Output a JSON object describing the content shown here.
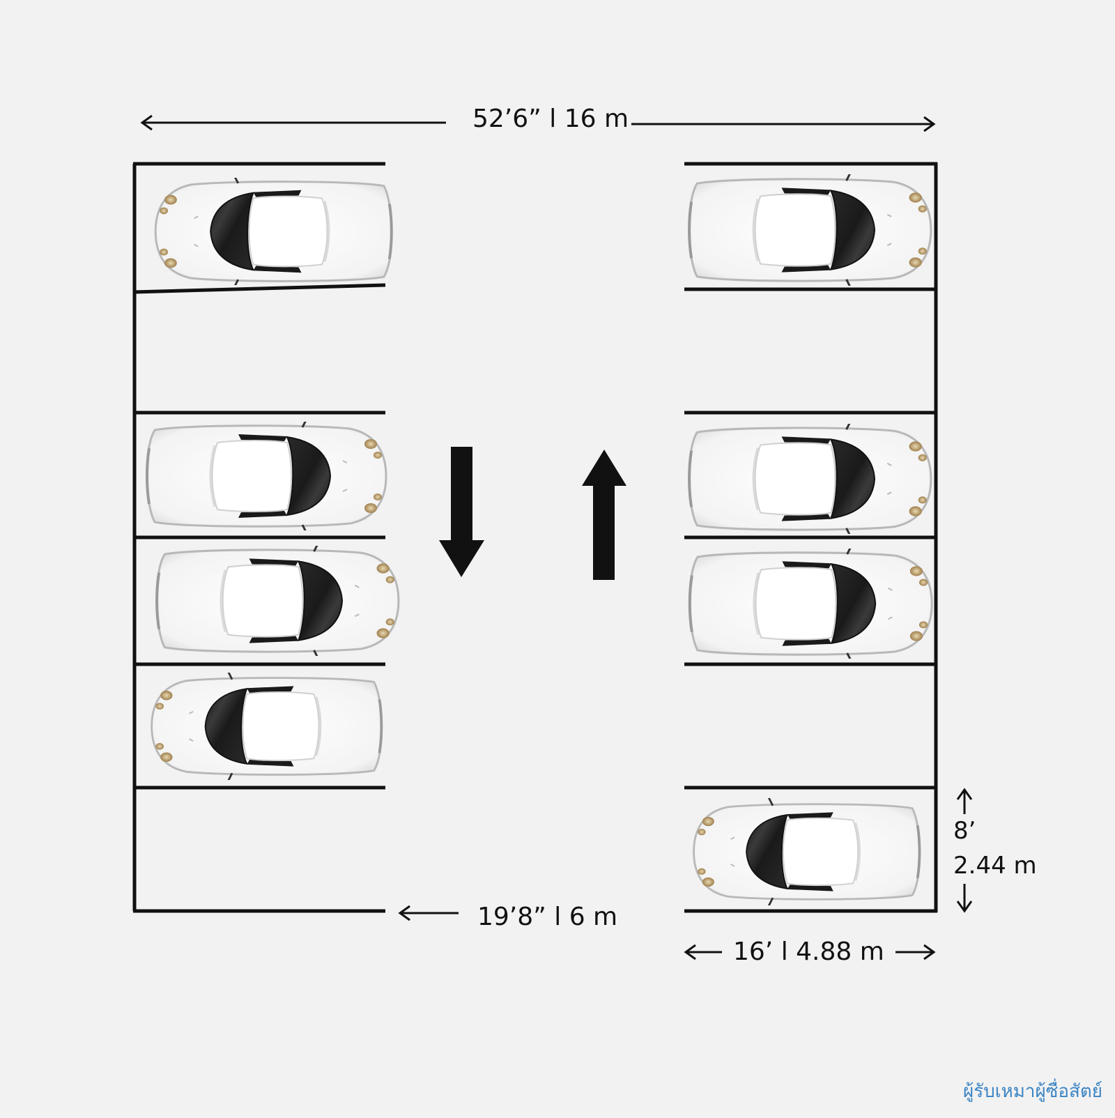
{
  "dimensions": {
    "total_width": "52’6” l 16 m",
    "aisle_width": "19’8” l 6 m",
    "stall_length": "16’ l 4.88 m",
    "stall_width_ft": "8’",
    "stall_width_m": "2.44 m"
  },
  "traffic": {
    "left_lane": "down",
    "right_lane": "up"
  },
  "stalls": {
    "left_column": [
      {
        "occupied": true,
        "facing": "left"
      },
      {
        "occupied": false
      },
      {
        "occupied": true,
        "facing": "right"
      },
      {
        "occupied": true,
        "facing": "right"
      },
      {
        "occupied": true,
        "facing": "left"
      },
      {
        "occupied": false
      }
    ],
    "right_column": [
      {
        "occupied": true,
        "facing": "right"
      },
      {
        "occupied": false
      },
      {
        "occupied": true,
        "facing": "right"
      },
      {
        "occupied": true,
        "facing": "right"
      },
      {
        "occupied": false
      },
      {
        "occupied": true,
        "facing": "left"
      }
    ]
  },
  "watermark": "ผู้รับเหมาผู้ซื่อสัตย์",
  "colors": {
    "background": "#f2f2f2",
    "lines": "#111111",
    "car_body": "#ffffff",
    "glass": "#1c1c1c",
    "watermark": "#3b84c4"
  }
}
